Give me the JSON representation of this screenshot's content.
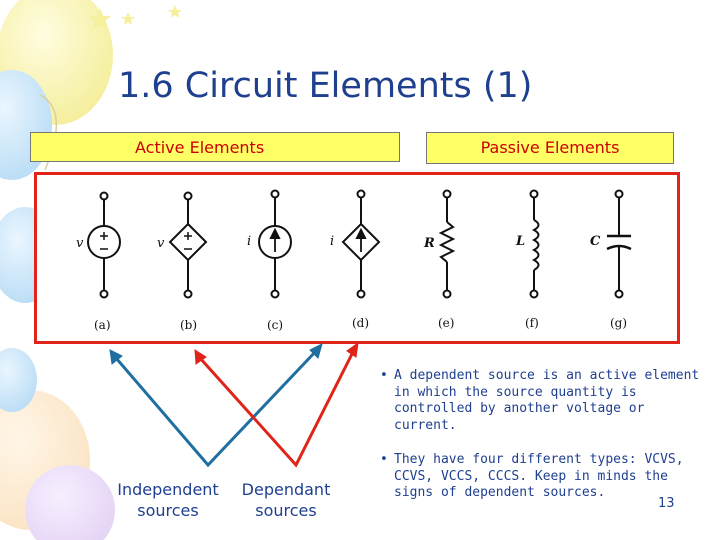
{
  "slide": {
    "title": "1.6 Circuit Elements (1)",
    "page_number": "13"
  },
  "groups": {
    "active_label": "Active Elements",
    "passive_label": "Passive Elements"
  },
  "elements": [
    {
      "symbol": "v",
      "caption": "(a)"
    },
    {
      "symbol": "v",
      "caption": "(b)"
    },
    {
      "symbol": "i",
      "caption": "(c)"
    },
    {
      "symbol": "i",
      "caption": "(d)"
    },
    {
      "symbol": "R",
      "caption": "(e)"
    },
    {
      "symbol": "L",
      "caption": "(f)"
    },
    {
      "symbol": "C",
      "caption": "(g)"
    }
  ],
  "source_labels": {
    "independent": [
      "Independent",
      "sources"
    ],
    "dependant": [
      "Dependant",
      "sources"
    ]
  },
  "bullets": [
    "A dependent source is an active element in which the source quantity is controlled by another voltage or current.",
    "They have four different types: VCVS, CCVS, VCCS, CCCS. Keep in minds the signs of dependent sources."
  ],
  "colors": {
    "title": "#1f3f8f",
    "label_fill": "#ffff66",
    "label_text": "#cc0000",
    "frame": "#e0241a",
    "blue_arrow": "#1f6fa0",
    "red_arrow": "#e0241a"
  }
}
